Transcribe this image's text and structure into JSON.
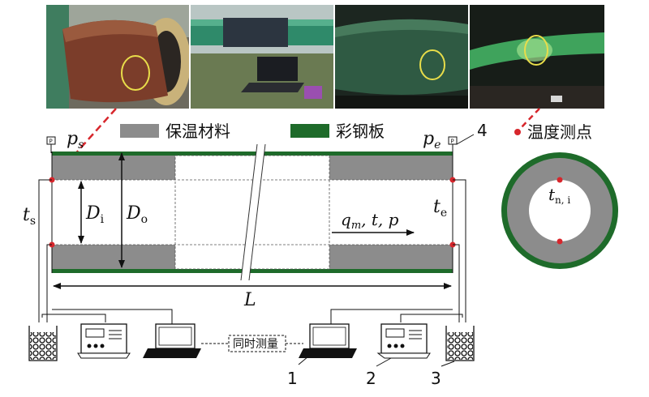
{
  "legend": {
    "insulation_label": "保温材料",
    "steel_label": "彩钢板",
    "insulation_color": "#8c8c8c",
    "steel_color": "#1e6b2a"
  },
  "labels": {
    "p_start": "p",
    "p_start_sub": "s",
    "p_end": "p",
    "p_end_sub": "e",
    "t_start": "t",
    "t_start_sub": "s",
    "t_end": "t",
    "t_end_sub": "e",
    "d_inner": "D",
    "d_inner_sub": "i",
    "d_outer": "D",
    "d_outer_sub": "o",
    "flow_q": "q",
    "flow_q_sub": "m",
    "flow_rest": ", t, p",
    "length": "L",
    "temp_point_label": "温度测点",
    "section_t": "t",
    "section_t_sub": "n, i",
    "num_1": "1",
    "num_2": "2",
    "num_3": "3",
    "num_4": "4",
    "sync_measure": "同时测量",
    "gauge_symbol": "P"
  },
  "colors": {
    "measure_point": "#d7262c",
    "callout_line": "#d7262c",
    "marker_circle": "#e6d23a"
  }
}
